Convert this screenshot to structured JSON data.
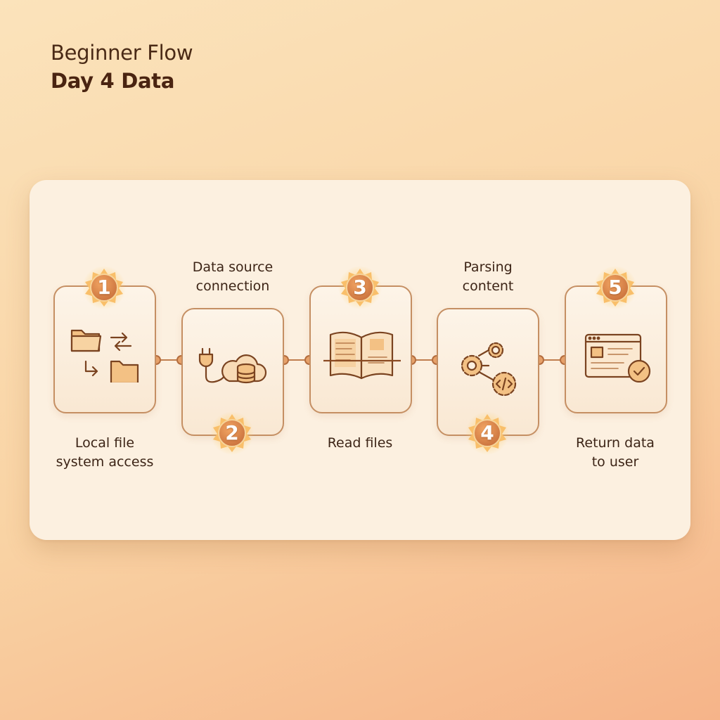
{
  "header": {
    "subtitle": "Beginner Flow",
    "title": "Day 4 Data"
  },
  "colors": {
    "accent": "#e0863e",
    "stroke": "#c58f63",
    "icon_stroke": "#7a4320",
    "panel": "#fcf0e0"
  },
  "steps": [
    {
      "number": "1",
      "label_line1": "Local file",
      "label_line2": "system access",
      "icon": "folder-transfer-icon"
    },
    {
      "number": "2",
      "label_line1": "Data source",
      "label_line2": "connection",
      "icon": "plug-cloud-database-icon"
    },
    {
      "number": "3",
      "label_line1": "Read files",
      "label_line2": "",
      "icon": "open-book-icon"
    },
    {
      "number": "4",
      "label_line1": "Parsing",
      "label_line2": "content",
      "icon": "gears-code-icon"
    },
    {
      "number": "5",
      "label_line1": "Return data",
      "label_line2": "to user",
      "icon": "browser-check-icon"
    }
  ]
}
